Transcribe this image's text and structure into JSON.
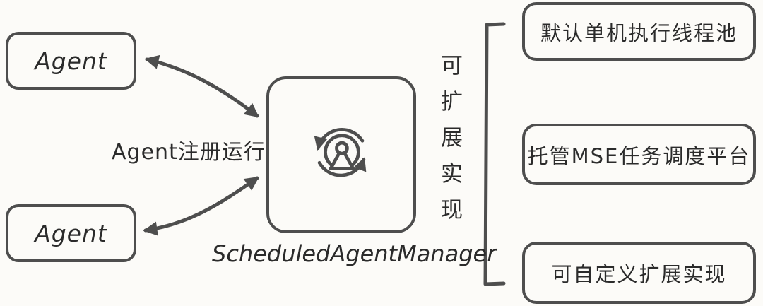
{
  "canvas": {
    "background": "#fcfbf8",
    "stroke_color": "#4e4e4e",
    "text_color": "#2b2b2b"
  },
  "diagram": {
    "agent_boxes": [
      {
        "label": "Agent"
      },
      {
        "label": "Agent"
      }
    ],
    "edge_label": "Agent注册运行",
    "manager": {
      "label": "ScheduledAgentManager",
      "icon": "agent-sync-icon"
    },
    "extension_label": "可扩展实现",
    "implementations": [
      {
        "label": "默认单机执行线程池"
      },
      {
        "label": "托管MSE任务调度平台"
      },
      {
        "label": "可自定义扩展实现"
      }
    ]
  }
}
